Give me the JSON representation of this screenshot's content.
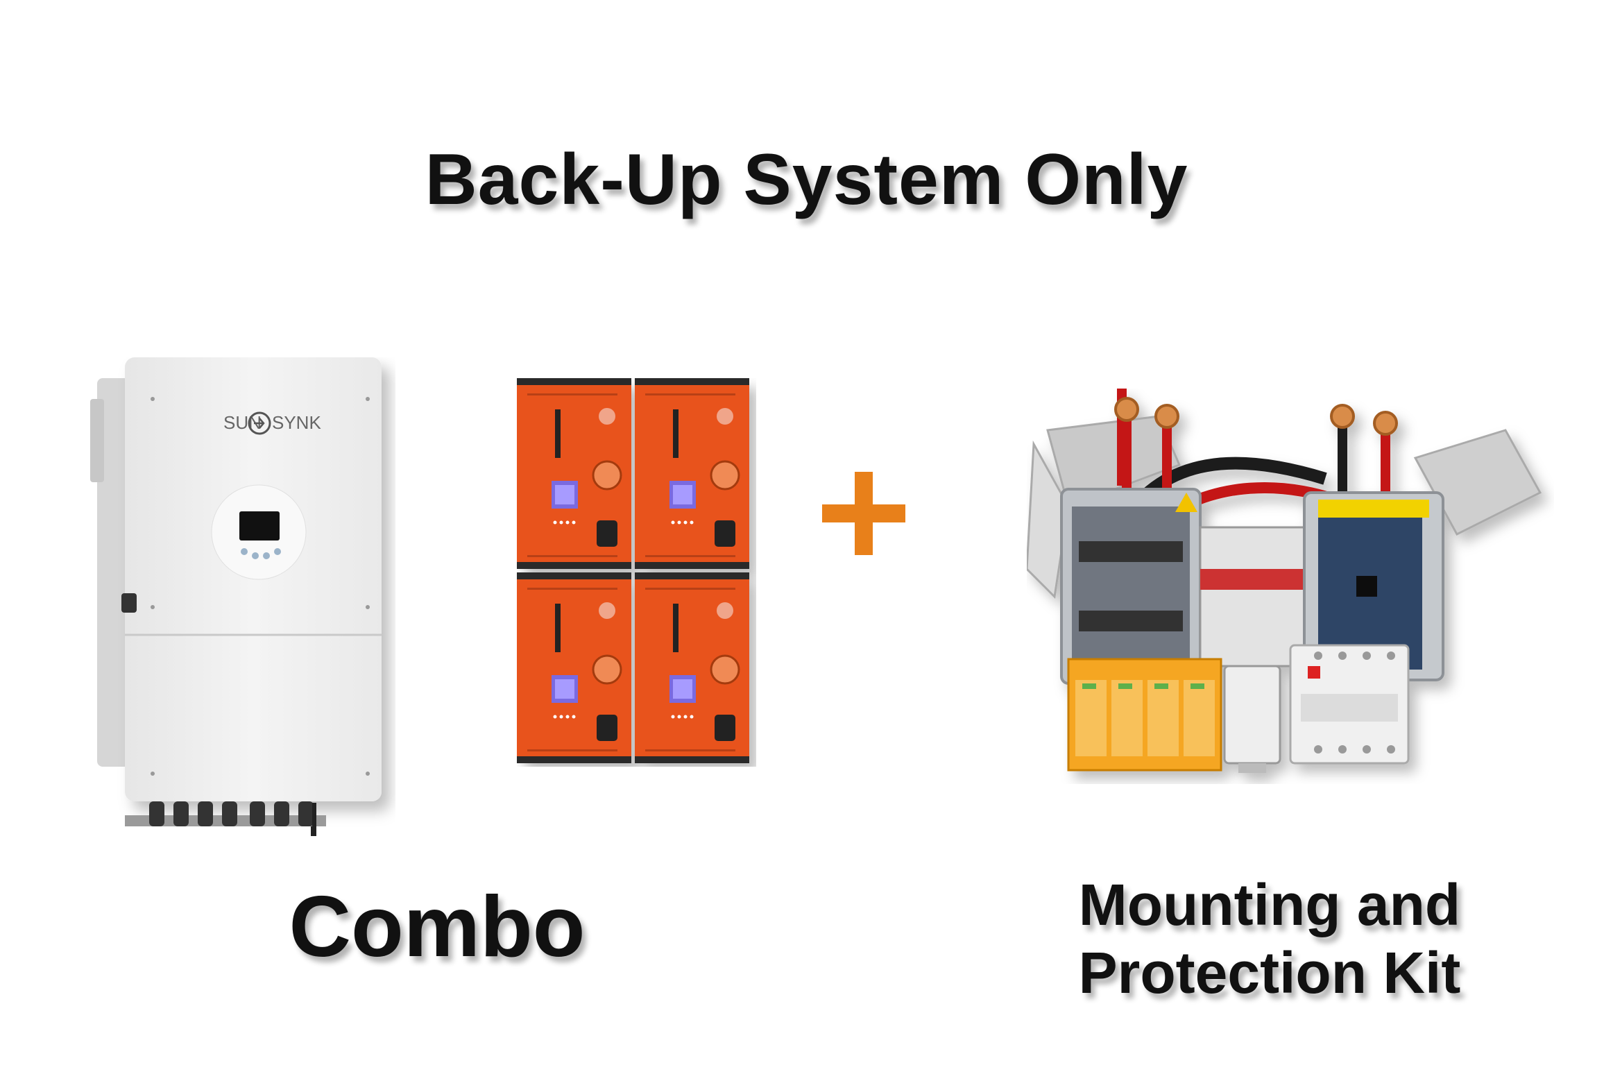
{
  "heading": "Back-Up System Only",
  "inverter": {
    "brand_left": "SUN",
    "brand_right": "SYNK"
  },
  "combo_label": "Combo",
  "kit_label": {
    "line1": "Mounting and",
    "line2": "Protection Kit"
  },
  "colors": {
    "battery_orange": "#e8531f",
    "plus_orange": "#e8801a",
    "text": "#111111"
  },
  "icons": {
    "plus": "plus-icon"
  }
}
